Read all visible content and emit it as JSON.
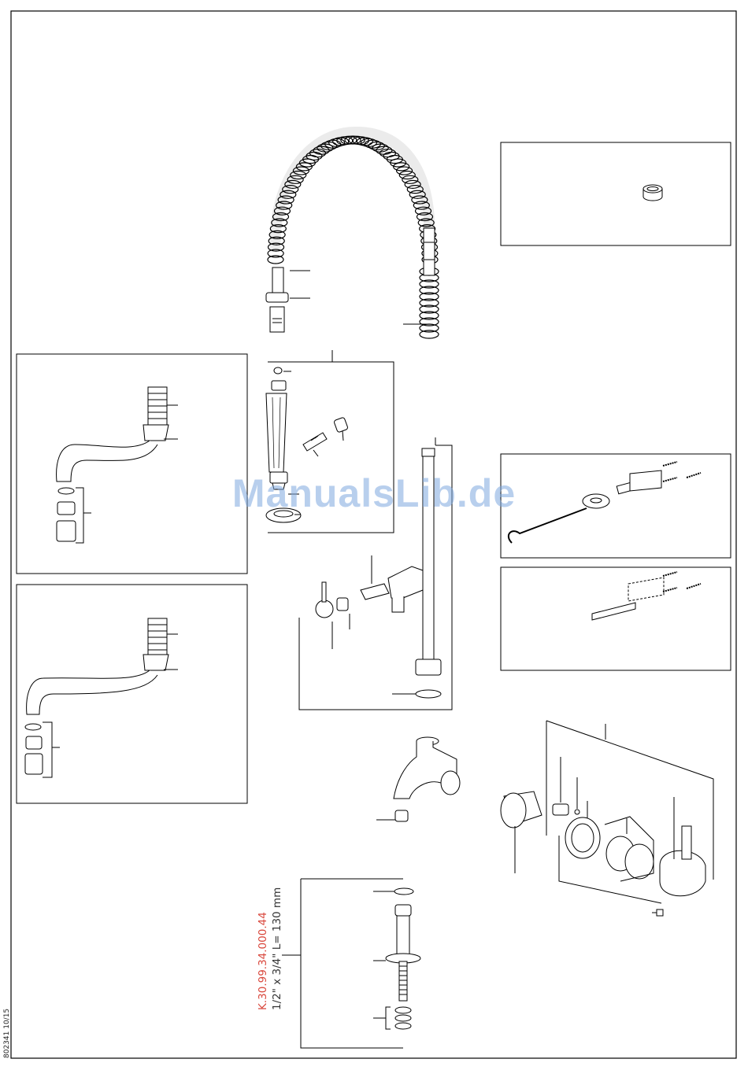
{
  "watermark": "ManualsLib.de",
  "kit_code": "K.30.99.34.000.44",
  "kit_spec": "1/2\" x 3/4\" L= 130 mm",
  "doc_number": "802341 10/15",
  "icons": [
    "spring-hose-icon",
    "swivel-spout-short-icon",
    "swivel-spout-long-icon",
    "spray-head-icon",
    "riser-pipe-icon",
    "valve-body-icon",
    "hook-holder-icon",
    "wall-bracket-icon",
    "ring-icon",
    "mixer-cartridge-icon",
    "wall-connector-icon"
  ]
}
